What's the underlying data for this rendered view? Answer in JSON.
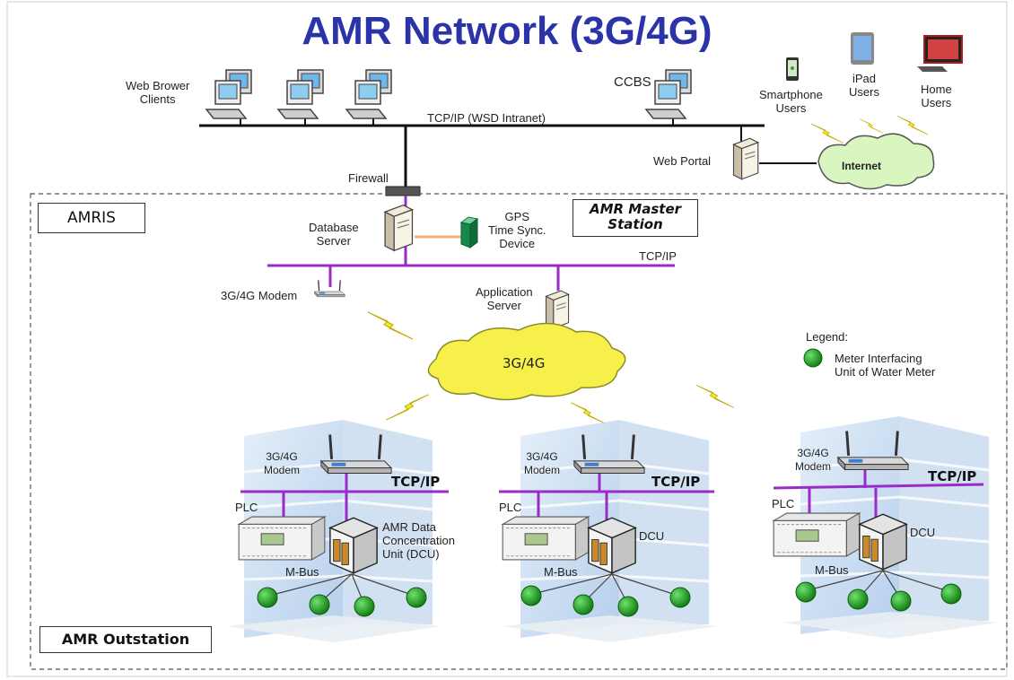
{
  "title": "AMR Network (3G/4G)",
  "top": {
    "web_clients": "Web Brower\nClients",
    "ccbs": "CCBS",
    "intranet": "TCP/IP (WSD Intranet)",
    "smartphone": "Smartphone\nUsers",
    "ipad": "iPad\nUsers",
    "home": "Home\nUsers",
    "web_portal": "Web Portal",
    "internet": "Internet",
    "firewall": "Firewall"
  },
  "master": {
    "amris": "AMRIS",
    "station": "AMR Master\nStation",
    "db_server": "Database\nServer",
    "gps": "GPS\nTime Sync.\nDevice",
    "tcpip": "TCP/IP",
    "modem": "3G/4G Modem",
    "app_server": "Application\nServer",
    "network": "3G/4G"
  },
  "legend": {
    "title": "Legend:",
    "item": "Meter Interfacing\nUnit of Water Meter",
    "color": "#1f9e1f"
  },
  "outstation": {
    "label": "AMR Outstation",
    "modem": "3G/4G\nModem",
    "tcpip": "TCP/IP",
    "plc": "PLC",
    "mbus": "M-Bus",
    "dcu_full": "AMR Data\nConcentration\nUnit (DCU)",
    "dcu": "DCU"
  },
  "colors": {
    "title": "#2b33a8",
    "bus_purple": "#9a2bc9",
    "cloud_yellow": "#f7f04a",
    "cloud_green": "#d9f5c0",
    "meter_green": "#1f9e1f",
    "lightning": "#f2ec1e"
  }
}
